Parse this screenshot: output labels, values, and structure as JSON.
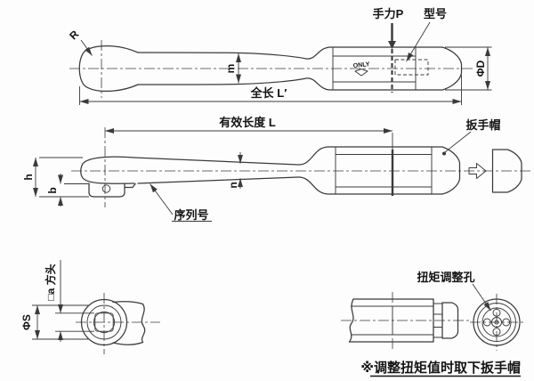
{
  "drawing": {
    "type": "torque-wrench-engineering-diagram",
    "colors": {
      "background": "#fdfdfd",
      "line": "#3a3a3a",
      "text": "#141414"
    },
    "labels": {
      "radius": "R",
      "hand_force": "手力P",
      "model": "型号",
      "only_marking": "ONLY",
      "beam_height_top": "m",
      "total_length": "全长 L′",
      "head_outer_diameter": "ΦD",
      "effective_length": "有效长度 L",
      "wrench_cap": "扳手帽",
      "overall_height": "h",
      "drive_height": "b",
      "beam_height_side": "n",
      "serial_number": "序列号",
      "square_drive": "□a 方头",
      "head_diameter": "ΦS",
      "torque_adjustment_hole": "扭矩调整孔",
      "footnote": "※调整扭矩值时取下扳手帽"
    }
  }
}
